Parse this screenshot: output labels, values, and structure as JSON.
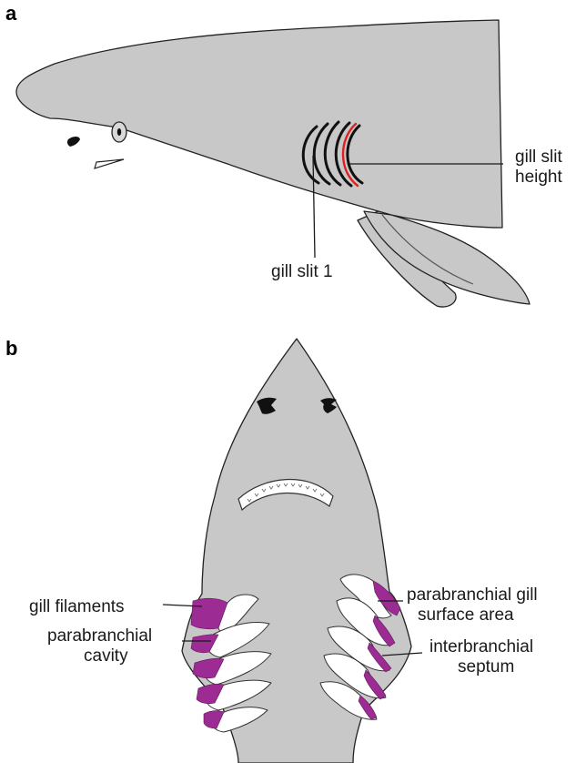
{
  "panels": [
    {
      "letter": "a",
      "view": "lateral",
      "labels": {
        "height": [
          "gill slit",
          "height"
        ],
        "slit1": "gill slit 1"
      }
    },
    {
      "letter": "b",
      "view": "ventral",
      "labels": {
        "filaments": "gill filaments",
        "cavity": [
          "parabranchial",
          "cavity"
        ],
        "surface": [
          "parabranchial gill",
          "surface area"
        ],
        "septum": [
          "interbranchial",
          "septum"
        ]
      }
    }
  ],
  "colors": {
    "body": "#c8c8c8",
    "outline": "#222222",
    "gill_slit": "#111111",
    "gill_slit_height_marker": "#e02020",
    "gill_filament": "#9c2c93",
    "gill_arch": "#ffffff"
  }
}
